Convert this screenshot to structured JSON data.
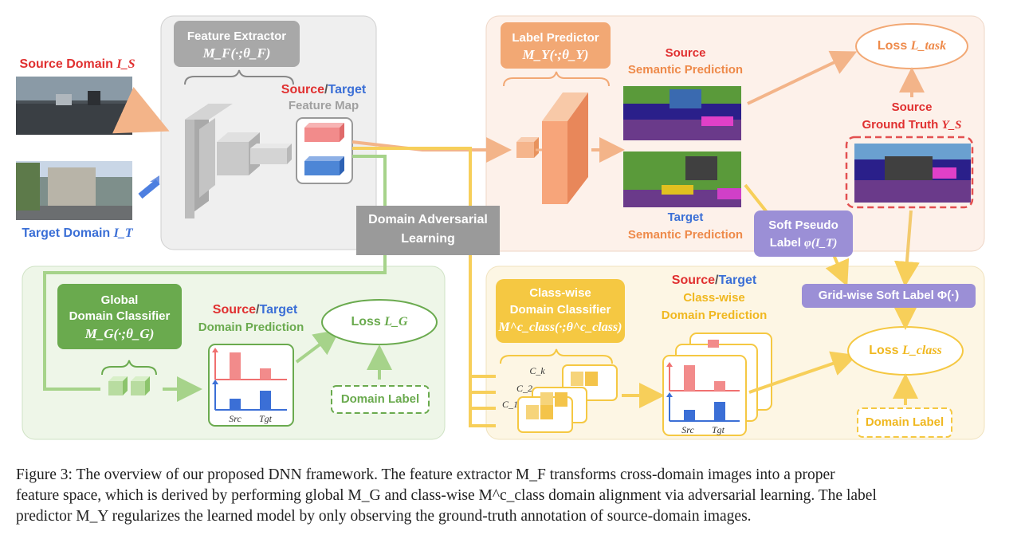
{
  "feature_extractor": {
    "title": "Feature Extractor",
    "formula": "M_F(·;θ_F)"
  },
  "source_domain": {
    "label": "Source Domain",
    "symbol": "I_S"
  },
  "target_domain": {
    "label": "Target Domain",
    "symbol": "I_T"
  },
  "feature_map": {
    "source": "Source",
    "slash": "/",
    "target": "Target",
    "label": "Feature Map"
  },
  "label_predictor": {
    "title": "Label Predictor",
    "formula": "M_Y(·;θ_Y)"
  },
  "source_pred": {
    "line1": "Source",
    "line2": "Semantic Prediction"
  },
  "target_pred": {
    "line1": "Target",
    "line2": "Semantic Prediction"
  },
  "loss_task": {
    "text": "Loss",
    "symbol": "L_task"
  },
  "source_gt": {
    "line1": "Source",
    "line2": "Ground Truth",
    "symbol": "Y_S"
  },
  "soft_pseudo": {
    "line1": "Soft Pseudo",
    "line2": "Label",
    "symbol": "φ(I_T)"
  },
  "grid_soft": {
    "text": "Grid-wise Soft Label Φ(·)"
  },
  "dal": {
    "line1": "Domain Adversarial",
    "line2": "Learning"
  },
  "global_classifier": {
    "line1": "Global",
    "line2": "Domain Classifier",
    "formula": "M_G(·;θ_G)"
  },
  "global_prediction": {
    "source": "Source",
    "slash": "/",
    "target": "Target",
    "line2": "Domain Prediction"
  },
  "loss_g": {
    "text": "Loss",
    "symbol": "L_G"
  },
  "domain_label": {
    "text": "Domain Label"
  },
  "classwise_classifier": {
    "line1": "Class-wise",
    "line2": "Domain Classifier",
    "formula": "M^c_class(·;θ^c_class)"
  },
  "classwise_prediction": {
    "source": "Source",
    "slash": "/",
    "target": "Target",
    "line2": "Class-wise",
    "line3": "Domain Prediction"
  },
  "loss_class": {
    "text": "Loss",
    "symbol": "L_class"
  },
  "src_tgt": {
    "src": "Src",
    "tgt": "Tgt"
  },
  "class_idx": [
    "C_k",
    "C_2",
    "C_1"
  ],
  "caption": {
    "line1": "Figure 3: The overview of our proposed DNN framework. The feature extractor M_F transforms cross-domain images into a proper",
    "line2": "feature space, which is derived by performing global M_G and class-wise M^c_class domain alignment via adversarial learning. The label",
    "line3": "predictor M_Y regularizes the learned model by only observing the ground-truth annotation of source-domain images."
  },
  "colors": {
    "source_red": "#e03030",
    "target_blue": "#3b6fd6",
    "gray": "#9a9a9a",
    "orange": "#f2a874",
    "orange_text": "#ee8a4a",
    "green": "#6aaa4e",
    "green_light": "#a6d38a",
    "yellow": "#f5c842",
    "purple": "#9b8fd6"
  }
}
